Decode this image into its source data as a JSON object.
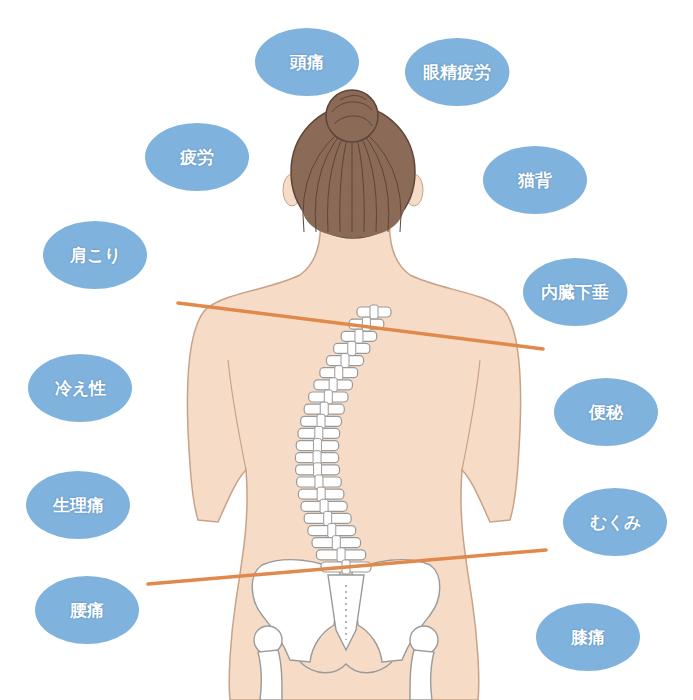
{
  "diagram": {
    "nodes": [
      {
        "text": [
          "頭痛"
        ]
      },
      {
        "text": [
          "眼精疲労"
        ]
      },
      {
        "text": [
          "疲労"
        ]
      },
      {
        "text": [
          "猫背"
        ]
      },
      {
        "text": [
          "肩こり"
        ]
      },
      {
        "text": [
          "内臓下垂"
        ]
      },
      {
        "text": [
          "冷え性"
        ]
      },
      {
        "text": [
          "便秘"
        ]
      },
      {
        "text": [
          "生理痛"
        ]
      },
      {
        "text": [
          "むくみ"
        ]
      },
      {
        "text": [
          "腰痛"
        ]
      },
      {
        "text": [
          "膝痛"
        ]
      }
    ]
  }
}
